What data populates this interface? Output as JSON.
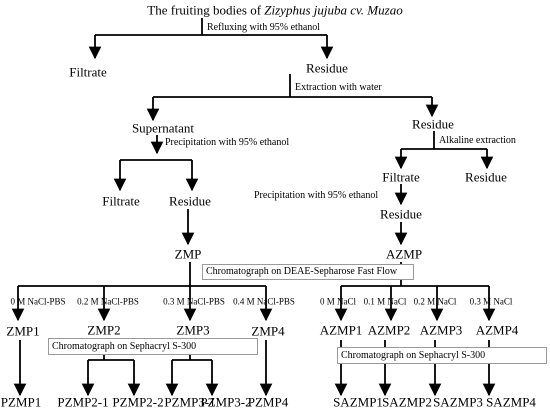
{
  "title": {
    "prefix": "The fruiting bodies of ",
    "italic": "Zizyphus jujuba cv. Muzao"
  },
  "steps": {
    "reflux": "Refluxing with 95% ethanol",
    "water": "Extraction with water",
    "precip1": "Precipitation with 95% ethanol",
    "alkaline": "Alkaline extraction",
    "precip2": "Precipitation with 95% ethanol",
    "deae": "Chromatograph on DEAE-Sepharose Fast  Flow",
    "sephacryl_left": "Chromatograph on Sephacryl S-300",
    "sephacryl_right": "Chromatograph on Sephacryl S-300"
  },
  "nodes": {
    "filtrate1": "Filtrate",
    "residue1": "Residue",
    "supernatant": "Supernatant",
    "residue2": "Residue",
    "filtrate2": "Filtrate",
    "residue3": "Residue",
    "filtrate3": "Filtrate",
    "residue4": "Residue",
    "residue5": "Residue",
    "zmp": "ZMP",
    "azmp": "AZMP"
  },
  "eluents": {
    "left": [
      "0 M NaCl-PBS",
      "0.2 M NaCl-PBS",
      "0.3 M NaCl-PBS",
      "0.4 M NaCl-PBS"
    ],
    "right": [
      "0 M NaCl",
      "0.1 M NaCl",
      "0.2 M NaCl",
      "0.3 M NaCl"
    ]
  },
  "fractions": {
    "left": [
      "ZMP1",
      "ZMP2",
      "ZMP3",
      "ZMP4"
    ],
    "right": [
      "AZMP1",
      "AZMP2",
      "AZMP3",
      "AZMP4"
    ]
  },
  "products": {
    "left": [
      "PZMP1",
      "PZMP2-1",
      "PZMP2-2",
      "PZMP3-1",
      "PZMP3-2",
      "PZMP4"
    ],
    "right": [
      "SAZMP1",
      "SAZMP2",
      "SAZMP3",
      "SAZMP4"
    ]
  }
}
